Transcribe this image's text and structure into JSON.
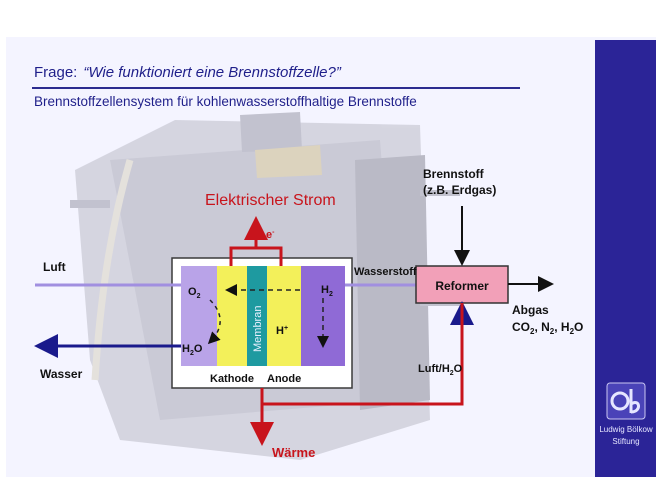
{
  "header": {
    "question_label": "Frage:",
    "question": "“Wie funktioniert eine Brennstoffzelle?”",
    "subtitle": "Brennstoffzellensystem für kohlenwasserstoffhaltige Brennstoffe"
  },
  "diagram": {
    "strom": "Elektrischer Strom",
    "electron": "e",
    "electron_sup": "-",
    "luft": "Luft",
    "wasser": "Wasser",
    "o2": "O",
    "o2_sub": "2",
    "h2o_left": "H",
    "h2o_left_sub": "2",
    "h2o_left_end": "O",
    "membran": "Membran",
    "h_plus": "H",
    "h_plus_sup": "+",
    "h2": "H",
    "h2_sub": "2",
    "kathode": "Kathode",
    "anode": "Anode",
    "wasserstoff": "Wasserstoff",
    "reformer": "Reformer",
    "brennstoff": "Brennstoff",
    "brennstoff_example": "(z.B. Erdgas)",
    "abgas": "Abgas",
    "abgas_formula": "CO",
    "abgas_formula_sub": "2",
    "abgas_n": ", N",
    "abgas_n_sub": "2",
    "abgas_h": ", H",
    "abgas_h_sub": "2",
    "abgas_o": "O",
    "luft_h2o": "Luft/H",
    "luft_h2o_sub": "2",
    "luft_h2o_end": "O",
    "waerme": "Wärme"
  },
  "logo": {
    "line1": "Ludwig Bölkow",
    "line2": "Stiftung"
  },
  "colors": {
    "navy": "#2b2497",
    "red": "#c8141c",
    "cathode": "#b9a3e8",
    "electrolyte": "#f3f05a",
    "membrane": "#1e9aa0",
    "anode": "#8f6ad6",
    "reformer": "#f2a0b8"
  }
}
